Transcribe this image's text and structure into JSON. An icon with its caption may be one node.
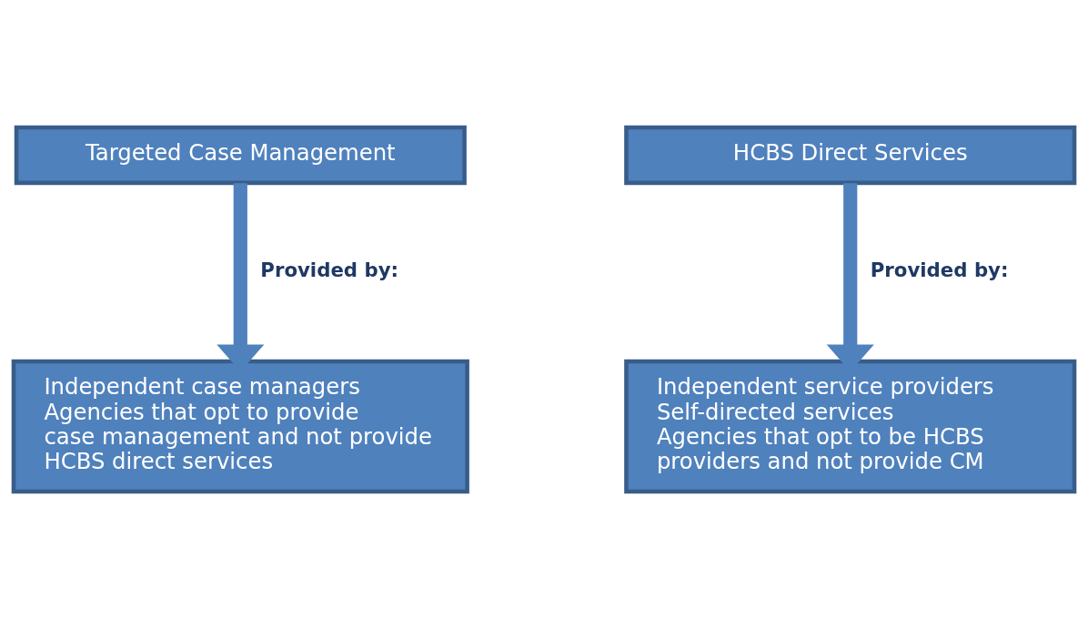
{
  "diagram": {
    "nodes": [
      {
        "text": [
          "Targeted Case Management"
        ]
      },
      {
        "text": [
          "Independent case managers",
          "Agencies that opt to provide case management and not provide HCBS direct services"
        ]
      },
      {
        "text": [
          "HCBS Direct Services"
        ]
      },
      {
        "text": [
          "Independent service providers",
          "Self-directed services",
          "Agencies that opt to be HCBS providers and not provide CM"
        ]
      }
    ],
    "edges": [
      {
        "from": 0,
        "to": 1,
        "arrow": "to",
        "label": "Provided by:"
      },
      {
        "from": 2,
        "to": 3,
        "arrow": "to",
        "label": "Provided by:"
      }
    ]
  }
}
